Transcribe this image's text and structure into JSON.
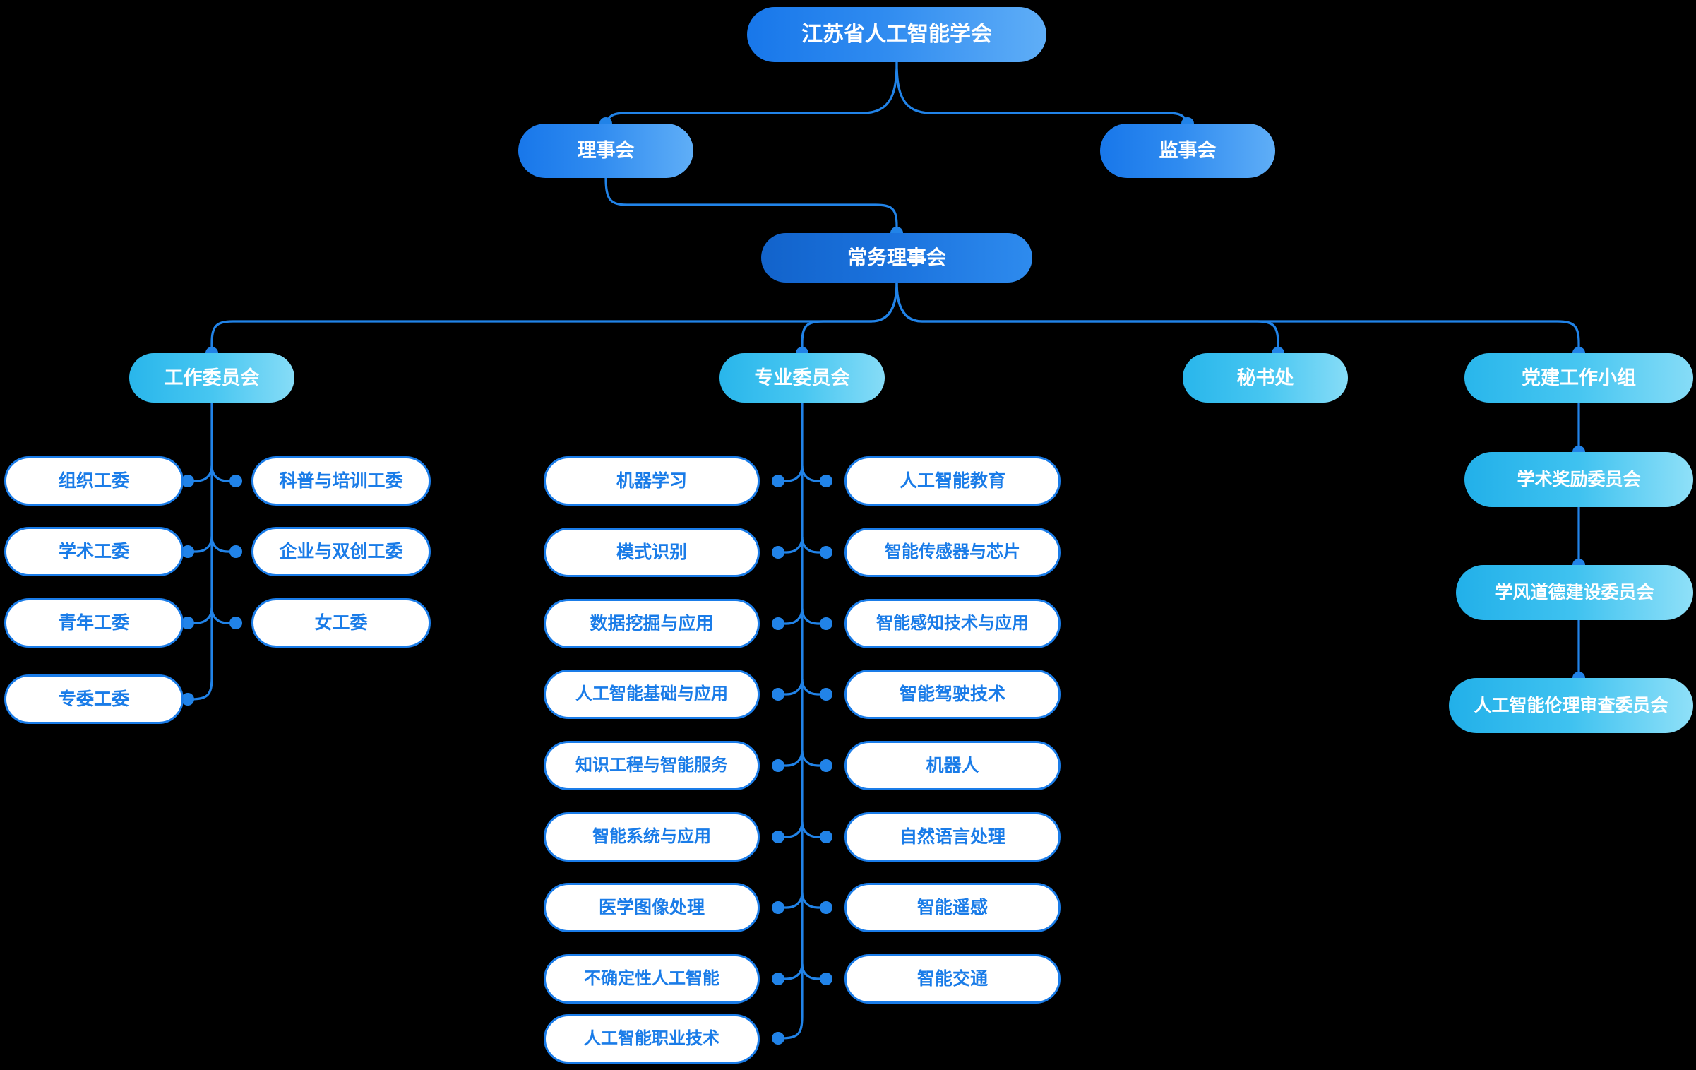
{
  "diagram": {
    "title_node": "江苏省人工智能学会",
    "level2": [
      {
        "label": "理事会"
      },
      {
        "label": "监事会"
      }
    ],
    "level3": {
      "label": "常务理事会"
    },
    "level4": [
      {
        "label": "工作委员会"
      },
      {
        "label": "专业委员会"
      },
      {
        "label": "秘书处"
      },
      {
        "label": "党建工作小组"
      }
    ],
    "work_committee_left": [
      {
        "label": "组织工委"
      },
      {
        "label": "学术工委"
      },
      {
        "label": "青年工委"
      },
      {
        "label": "专委工委"
      }
    ],
    "work_committee_right": [
      {
        "label": "科普与培训工委"
      },
      {
        "label": "企业与双创工委"
      },
      {
        "label": "女工委"
      }
    ],
    "professional_left": [
      {
        "label": "机器学习"
      },
      {
        "label": "模式识别"
      },
      {
        "label": "数据挖掘与应用"
      },
      {
        "label": "人工智能基础与应用"
      },
      {
        "label": "知识工程与智能服务"
      },
      {
        "label": "智能系统与应用"
      },
      {
        "label": "医学图像处理"
      },
      {
        "label": "不确定性人工智能"
      },
      {
        "label": "人工智能职业技术"
      }
    ],
    "professional_right": [
      {
        "label": "人工智能教育"
      },
      {
        "label": "智能传感器与芯片"
      },
      {
        "label": "智能感知技术与应用"
      },
      {
        "label": "智能驾驶技术"
      },
      {
        "label": "机器人"
      },
      {
        "label": "自然语言处理"
      },
      {
        "label": "智能遥感"
      },
      {
        "label": "智能交通"
      }
    ],
    "party_group_children": [
      {
        "label": "学术奖励委员会"
      },
      {
        "label": "学风道德建设委员会"
      },
      {
        "label": "人工智能伦理审查委员会"
      }
    ],
    "colors": {
      "background": "#000000",
      "primary_blue": "#1877EA",
      "dark_blue": "#1263CB",
      "cyan": "#29B6EB",
      "light_cyan": "#86DCF7",
      "leaf_border": "#1A7CE8",
      "leaf_text": "#1A7CE8",
      "connector": "#2183E8",
      "node_text": "#FFFFFF"
    }
  }
}
